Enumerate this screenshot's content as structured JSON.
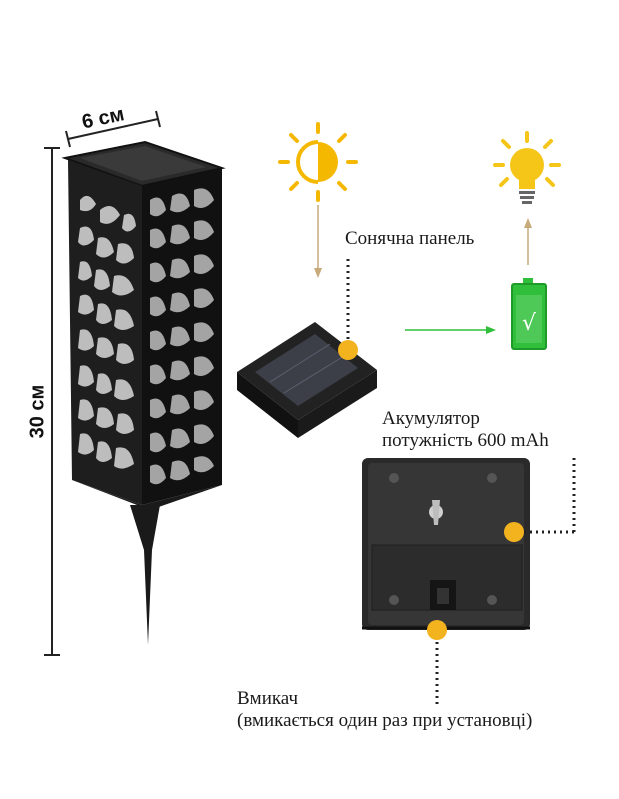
{
  "dimensions": {
    "width_label": "6 см",
    "height_label": "30 см"
  },
  "labels": {
    "solar_panel": "Сонячна панель",
    "battery_line1": "Акумулятор",
    "battery_line2": "потужність 600 mAh",
    "switch_line1": "Вмикач",
    "switch_line2": "(вмикається один раз при установці)"
  },
  "icons": [
    "sun-icon",
    "light-bulb-icon",
    "battery-charged-icon"
  ],
  "colors": {
    "accent_yellow": "#f5b800",
    "marker_orange": "#f2b31f",
    "battery_green": "#2fbf3a",
    "arrow_tan": "#c8a97a",
    "lamp_dark": "#1c1c1c"
  }
}
